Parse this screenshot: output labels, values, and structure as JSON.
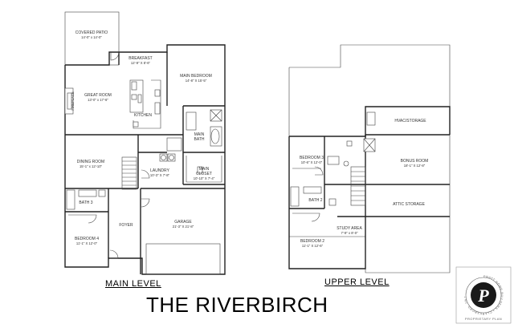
{
  "main_level": {
    "label": "MAIN LEVEL",
    "rooms": {
      "covered_patio": {
        "name": "COVERED PATIO",
        "dims": "14'-0\" x 14'-0\""
      },
      "breakfast": {
        "name": "BREAKFAST",
        "dims": "12'-9\" X 8'-6\""
      },
      "main_bedroom": {
        "name": "MAIN BEDROOM",
        "dims": "14'-8\" X 15'-5\""
      },
      "great_room": {
        "name": "GREAT ROOM",
        "dims": "13'-0\" x 17'-6\""
      },
      "fireplace": {
        "name": "FIREPLACE"
      },
      "kitchen": {
        "name": "KITCHEN"
      },
      "main_bath": {
        "name": "MAIN BATH"
      },
      "dining_room": {
        "name": "DINING ROOM",
        "dims": "15'-1\" x 12'-10\""
      },
      "laundry": {
        "name": "LAUNDRY",
        "dims": "10'-3\" X 7'-8\""
      },
      "main_closet": {
        "name": "MAIN CLOSET",
        "dims": "10'-10\" X 7'-4\""
      },
      "bath3": {
        "name": "BATH 3"
      },
      "foyer": {
        "name": "FOYER"
      },
      "garage": {
        "name": "GARAGE",
        "dims": "21'-3\" X 21'-8\""
      },
      "bedroom4": {
        "name": "BEDROOM 4",
        "dims": "11'-1\" X 12'-0\""
      }
    }
  },
  "upper_level": {
    "label": "UPPER LEVEL",
    "rooms": {
      "hvac_storage": {
        "name": "HVAC/STORAGE"
      },
      "bedroom3": {
        "name": "BEDROOM 3",
        "dims": "10'-6\" X 12'-0\""
      },
      "bonus_room": {
        "name": "BONUS ROOM",
        "dims": "18'-1\" X 12'-8\""
      },
      "bath2": {
        "name": "BATH 2"
      },
      "attic_storage": {
        "name": "ATTIC STORAGE"
      },
      "study_area": {
        "name": "STUDY AREA",
        "dims": "7'-9\" x 8'-0\""
      },
      "bedroom2": {
        "name": "BEDROOM 2",
        "dims": "11'-1\" X 12'-6\""
      }
    }
  },
  "title": "THE RIVERBIRCH",
  "logo": {
    "letter": "P",
    "ring_text": "PRATT HOME BUILDERS • CLARKSBORO, TN •",
    "caption": "PROPRIETARY PLAN"
  }
}
